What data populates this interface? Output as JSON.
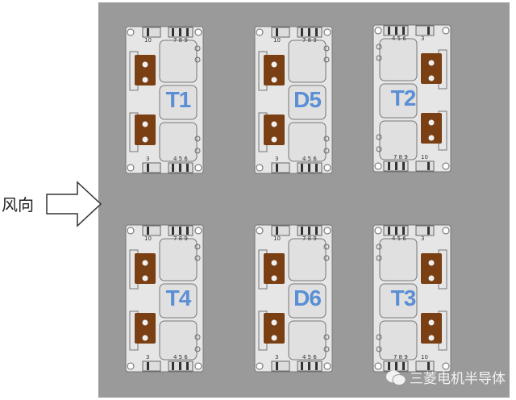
{
  "wind_label": "风向",
  "modules": [
    {
      "label": "T1",
      "pins_top_left": "10",
      "pins_top_right": "7 8 9",
      "pins_bottom_left": "3",
      "pins_bottom_right": "4 5 6",
      "mirrored": false
    },
    {
      "label": "D5",
      "pins_top_left": "10",
      "pins_top_right": "7 8 9",
      "pins_bottom_left": "3",
      "pins_bottom_right": "4 5 6",
      "mirrored": false
    },
    {
      "label": "T2",
      "pins_top_left": "4 5 6",
      "pins_top_right": "3",
      "pins_bottom_left": "7 8 9",
      "pins_bottom_right": "10",
      "mirrored": true
    },
    {
      "label": "T4",
      "pins_top_left": "10",
      "pins_top_right": "7 8 9",
      "pins_bottom_left": "3",
      "pins_bottom_right": "4 5 6",
      "mirrored": false
    },
    {
      "label": "D6",
      "pins_top_left": "10",
      "pins_top_right": "7 8 9",
      "pins_bottom_left": "3",
      "pins_bottom_right": "4 5 6",
      "mirrored": false
    },
    {
      "label": "T3",
      "pins_top_left": "4 5 6",
      "pins_top_right": "3",
      "pins_bottom_left": "7 8 9",
      "pins_bottom_right": "10",
      "mirrored": true
    }
  ],
  "watermark": "三菱电机半导体",
  "colors": {
    "panel": "#9a9a9a",
    "copper": "#7b3f14",
    "label": "#5a8fd6",
    "board": "#e6e6e6"
  }
}
